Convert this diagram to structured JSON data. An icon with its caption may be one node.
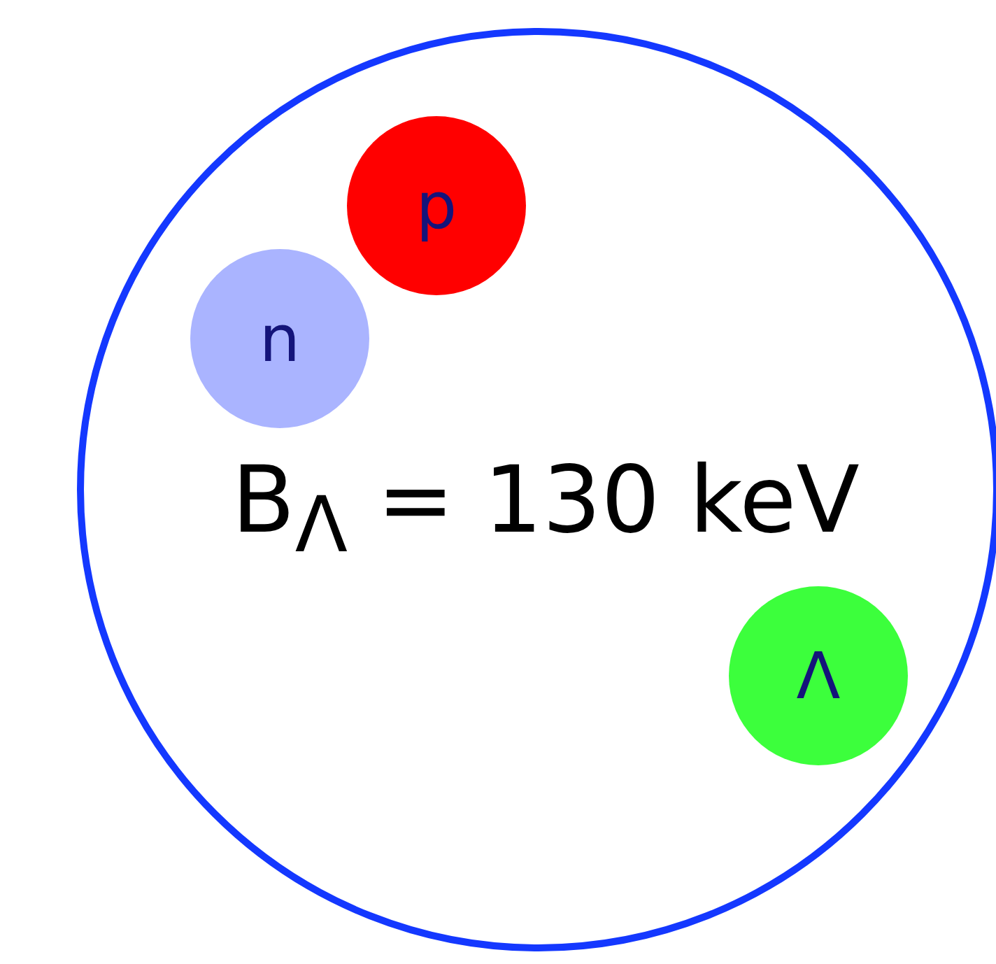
{
  "diagram": {
    "nodes": [
      {
        "text": [
          "B$_{Λ}$ = 130 keV"
        ]
      },
      {
        "text": [
          "p"
        ],
        "in": 0
      },
      {
        "text": [
          "n"
        ],
        "in": 0
      },
      {
        "text": [
          "Λ"
        ],
        "in": 0
      }
    ]
  }
}
